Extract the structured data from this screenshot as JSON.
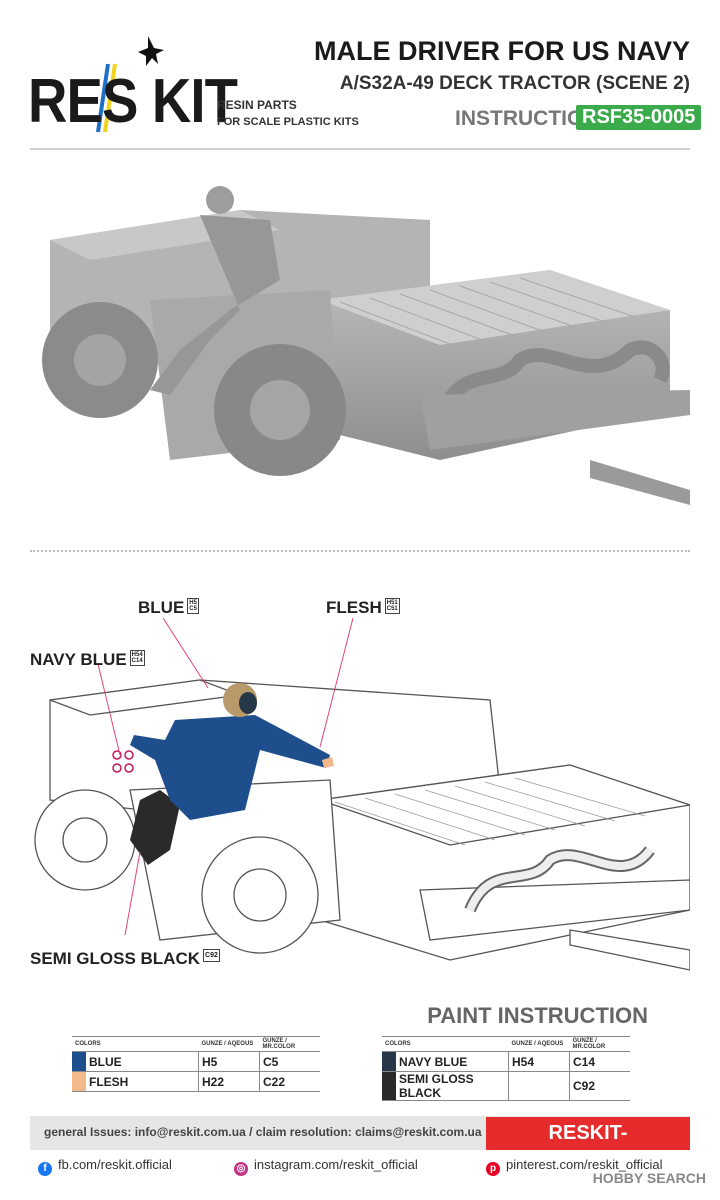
{
  "brand": {
    "logo_text": "RES KIT",
    "tagline_1": "RESIN PARTS",
    "tagline_2": "FOR SCALE PLASTIC KITS"
  },
  "header": {
    "title": "MALE DRIVER FOR US NAVY",
    "subtitle": "A/S32A-49 DECK TRACTOR (SCENE 2)",
    "instruction_label": "INSTRUCTION",
    "sku": "RSF35-0005",
    "sku_color": "#3aaa4a"
  },
  "callouts": {
    "blue": {
      "label": "BLUE",
      "code_top": "H5",
      "code_bottom": "C5"
    },
    "flesh": {
      "label": "FLESH",
      "code_top": "H51",
      "code_bottom": "C51"
    },
    "navy_blue": {
      "label": "NAVY BLUE",
      "code_top": "H54",
      "code_bottom": "C14"
    },
    "semi_gloss_black": {
      "label": "SEMI GLOSS BLACK",
      "code": "C92"
    }
  },
  "paint_instruction": {
    "title": "PAINT INSTRUCTION",
    "headers": [
      "COLORS",
      "GUNZE / AQEOUS",
      "GUNZE / MR.COLOR"
    ],
    "table_left": [
      {
        "name": "BLUE",
        "gunze_aqueous": "H5",
        "mr_color": "C5",
        "swatch": "#1f4e8c"
      },
      {
        "name": "FLESH",
        "gunze_aqueous": "H22",
        "mr_color": "C22",
        "swatch": "#f4b98a"
      }
    ],
    "table_right": [
      {
        "name": "NAVY BLUE",
        "gunze_aqueous": "H54",
        "mr_color": "C14",
        "swatch": "#263848"
      },
      {
        "name": "SEMI GLOSS BLACK",
        "gunze_aqueous": "",
        "mr_color": "C92",
        "swatch": "#2a2a2a"
      }
    ]
  },
  "footer": {
    "contact": "general Issues: info@reskit.com.ua / claim resolution: claims@reskit.com.ua",
    "website": "RESKIT-MODELS.COM",
    "facebook": "fb.com/reskit.official",
    "instagram": "instagram.com/reskit_official",
    "pinterest": "pinterest.com/reskit_official",
    "watermark": "HOBBY SEARCH",
    "accent_red": "#e52b2b"
  }
}
